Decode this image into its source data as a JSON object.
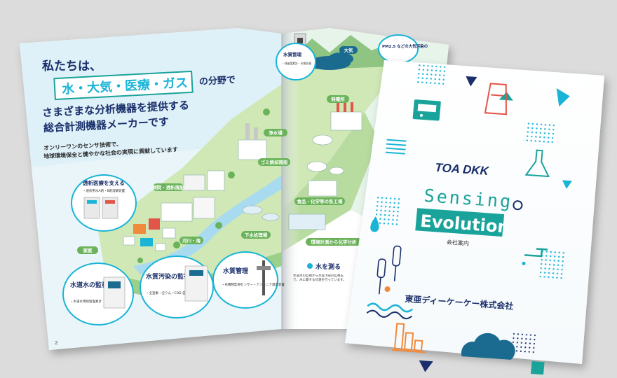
{
  "colors": {
    "background": "#dcdcdc",
    "sky": "#dff1f8",
    "land": "#cfe8b6",
    "land_dark": "#9ccf8a",
    "river": "#a9dbf0",
    "brand_navy": "#1a2f6b",
    "brand_teal": "#1aa39a",
    "accent_cyan": "#19b4d6",
    "accent_orange": "#f08a3c",
    "accent_red": "#e2554a",
    "text_dark": "#2b2b2b"
  },
  "left_page": {
    "intro": "私たちは、",
    "highlight": "水・大気・医療・ガス",
    "suffix": "の分野で",
    "line2": "さまざまな分析機器を提供する",
    "line3": "総合計測機器メーカーです",
    "sub1": "オンリーワンのセンサ技術で、",
    "sub2": "地球環境保全と健やかな社会の実現に貢献しています",
    "page_number": "2",
    "bubbles": [
      {
        "title": "透析医療を支える",
        "desc": "・透析用水A剤・B剤溶解装置"
      },
      {
        "title": "水道水の監視",
        "desc": "・水道水用残留塩素計"
      },
      {
        "title": "水質汚染の監視",
        "desc": "・全窒素・全りん／COD 自動測定装置"
      },
      {
        "title": "水質管理",
        "desc": "・有機物監視センサー・アンモニア測定装置"
      }
    ],
    "map_labels": {
      "hospital": "病院・透析施設",
      "home": "家庭",
      "river": "河川・海",
      "water_plant": "浄水場",
      "garbage": "ゴミ焼却施設",
      "power": "発電所",
      "food": "食品・化学等の各工場",
      "sewage": "下水処理場",
      "environment": "環境計測から化学分析",
      "air": "大気"
    }
  },
  "right_page": {
    "bubbles": [
      {
        "title": "水質管理",
        "desc": "・残留塩素計・水質計器"
      },
      {
        "title": "PM2.5 などの大気汚染の",
        "desc": ""
      }
    ],
    "water_title": "水を測る",
    "water_text": "水道水の監視から水質汚染の監視まで、水に関する計測を行っています。"
  },
  "cover": {
    "logo": "TOA DKK",
    "title_top": "Sensing",
    "title_main": "Evolution",
    "subtitle": "会社案内",
    "company": "東亜ディーケーケー株式会社"
  },
  "icons": {
    "cover_icons": [
      "beaker-icon",
      "monitor-icon",
      "flask-icon",
      "drop-icon",
      "faucet-icon",
      "probe-icon",
      "bar-chart-icon",
      "cloud-icon",
      "wave-icon",
      "dot-grid-icon"
    ],
    "map_icons": [
      "factory-icon",
      "building-icon",
      "tank-icon",
      "tree-icon"
    ]
  }
}
